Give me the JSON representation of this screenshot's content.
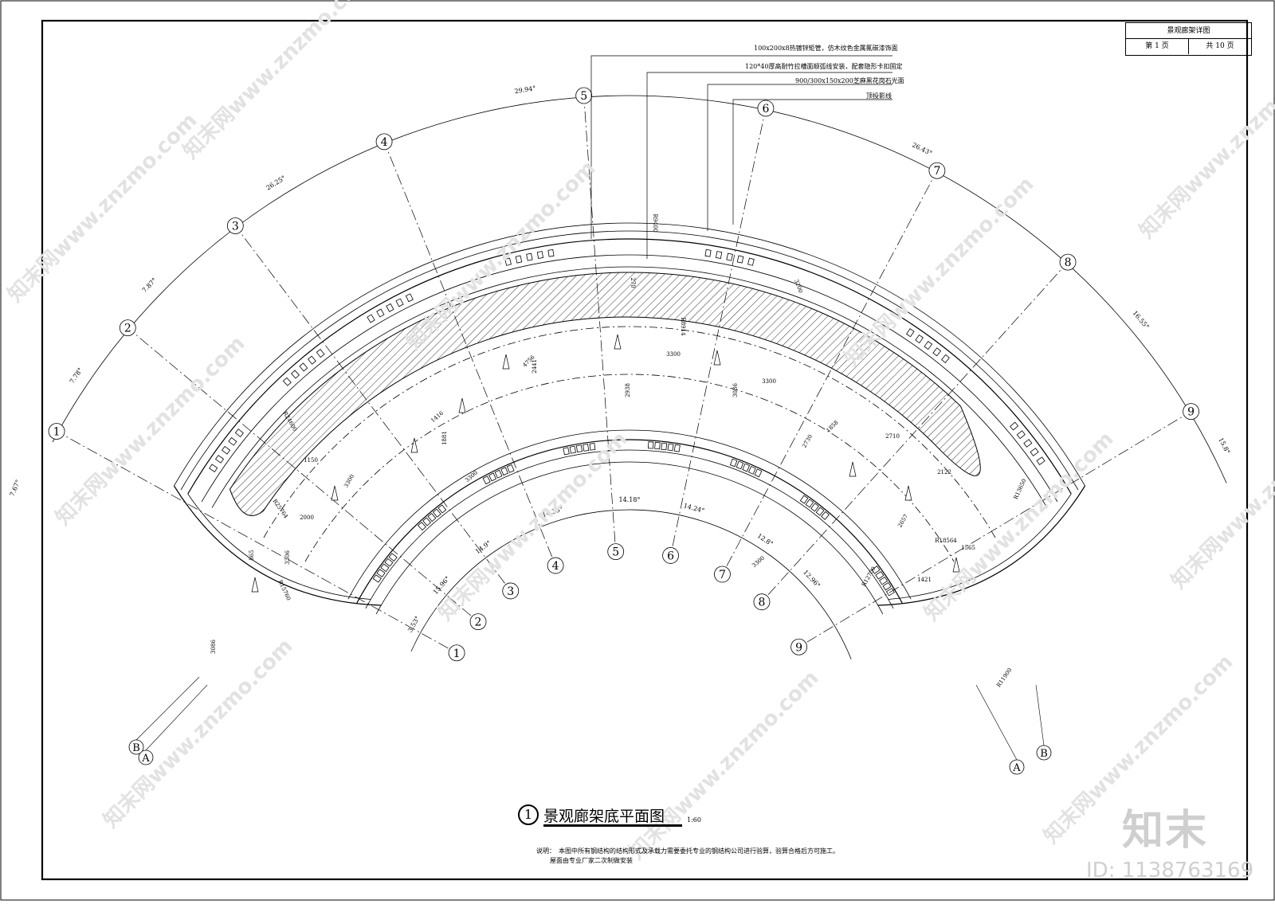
{
  "title_block": {
    "title": "景观廊架详图",
    "page": "第 1 页",
    "total": "共 10 页"
  },
  "drawing_title": {
    "number": "1",
    "name": "景观廊架底平面图",
    "scale": "1:60"
  },
  "leader_notes": [
    "100x200x8热镀锌矩管，仿木纹色金属氟碳漆饰面",
    "120*40厚高耐竹拉槽面顺弧线安装，配套隐形卡扣固定",
    "900/300x150x200芝麻黑花岗石光面",
    "顶投影线"
  ],
  "explanation": {
    "label": "说明：",
    "line1": "本图中所有钢结构的结构形式及承载力需要委托专业的钢结构公司进行验算，验算合格后方可施工。",
    "line2": "屋面由专业厂家二次制做安装"
  },
  "grid_labels": [
    "1",
    "2",
    "3",
    "4",
    "5",
    "6",
    "7",
    "8",
    "9"
  ],
  "axis_labels": [
    "A",
    "B"
  ],
  "outer_angles": [
    "7.67°",
    "7.78°",
    "7.87°",
    "26.25°",
    "29.94°",
    "26.43°",
    "16.55°",
    "15.8°"
  ],
  "inner_angles": [
    "3.53°",
    "15.96°",
    "14.9°",
    "14.35°",
    "14.18°",
    "14.24°",
    "12.8°",
    "12.96°"
  ],
  "dimensions": [
    "R9400",
    "R8914",
    "3300",
    "3300",
    "R18564",
    "R13650",
    "R12700",
    "R15760",
    "R11900",
    "R25764",
    "R24600",
    "3300",
    "3300",
    "2938",
    "3036",
    "2441",
    "2122",
    "2657",
    "1565",
    "1421",
    "4756",
    "1858",
    "2730",
    "3306",
    "1416",
    "1881",
    "1150",
    "865",
    "3086",
    "3300",
    "270",
    "3200",
    "2710",
    "2000"
  ],
  "brand": {
    "logo_text": "知末",
    "id": "ID: 1138763169",
    "watermark": "知末网www.znzmo.com"
  }
}
